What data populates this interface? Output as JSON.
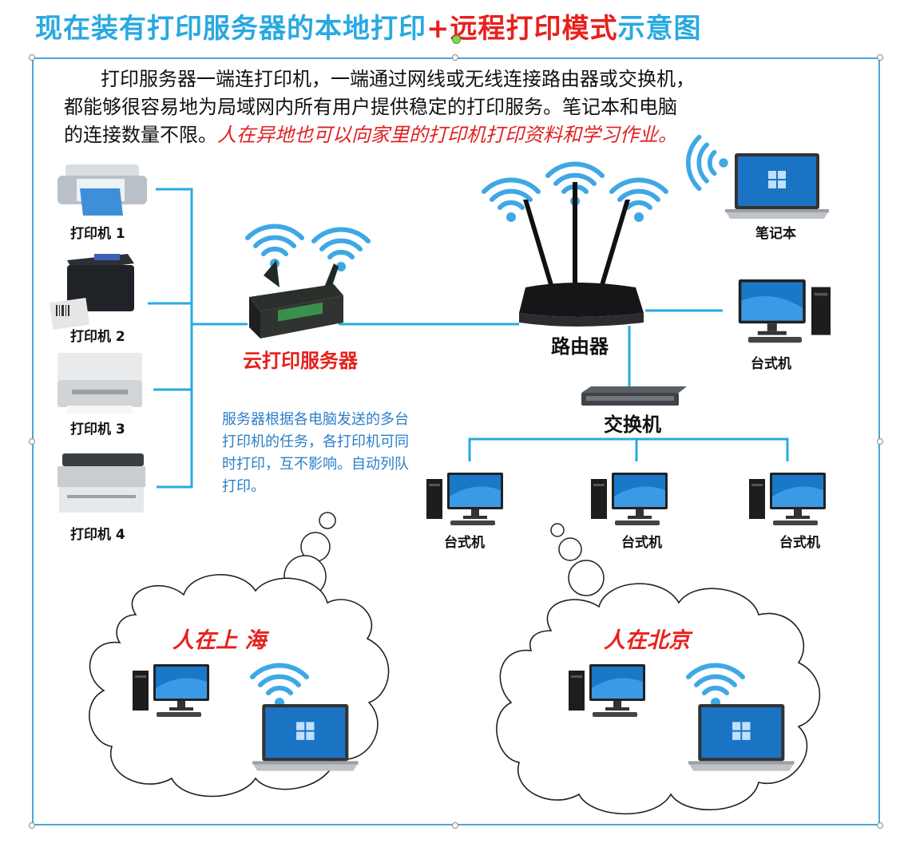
{
  "title": {
    "part1": "现在装有打印服务器的本地打印",
    "part2": "+远程打印模式",
    "part3": "示意图"
  },
  "intro": {
    "line1": "打印服务器一端连打印机，一端通过网线或无线连接路由器或交换机，",
    "line2": "都能够很容易地为局域网内所有用户提供稳定的打印服务。笔记本和电脑",
    "line3": "的连接数量不限。",
    "highlight": "人在异地也可以向家里的打印机打印资料和学习作业。"
  },
  "printers": [
    "打印机 1",
    "打印机 2",
    "打印机 3",
    "打印机 4"
  ],
  "server_label": "云打印服务器",
  "router_label": "路由器",
  "switch_label": "交换机",
  "laptop_label": "笔记本",
  "desktop_right_label": "台式机",
  "desktops": [
    "台式机",
    "台式机",
    "台式机"
  ],
  "note": "服务器根据各电脑发送的多台打印机的任务，各打印机可同时打印，互不影响。自动列队打印。",
  "cities": {
    "shanghai": "人在上 海",
    "beijing": "人在北京"
  },
  "colors": {
    "title_blue": "#29a9e1",
    "title_red": "#e8201c",
    "line_blue": "#29a9e1",
    "note_blue": "#2a7fc8",
    "wifi": "#3ea8e5"
  }
}
